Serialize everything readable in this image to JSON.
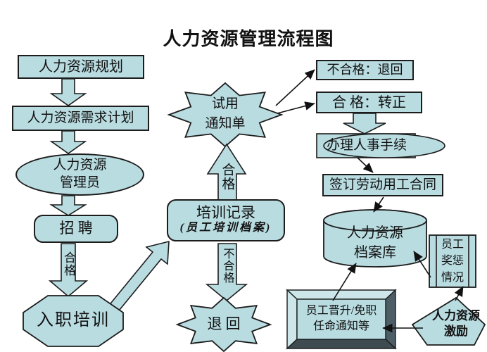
{
  "title": "人力资源管理流程图",
  "colors": {
    "fill": "#b9dce1",
    "border": "#1c1c1c",
    "bevel_light": "#cde6ea",
    "bevel_dark": "#4e5e66",
    "bevel_darker": "#3e4b51",
    "ink": "#111111"
  },
  "labels": {
    "hr_planning": "人力资源规划",
    "hr_demand_plan": "人力资源需求计划",
    "hr_manager": "人力资源\n管理员",
    "recruit": "招  聘",
    "qualified_left": "合格",
    "onboarding": "入职培训",
    "trial_notice": "试用\n通知单",
    "qualified_up": "合格",
    "training_record": "培训记录",
    "training_record_sub": "(员工培训档案)",
    "unqualified_down": "不合格",
    "return_star": "退  回",
    "unqualified_return": "不合格：退回",
    "qualified_promote": "合  格：转正",
    "personnel_procedure": "办理人事手续",
    "labor_contract": "签订劳动用工合同",
    "hr_archive": "人力资源\n档案库",
    "reward_punishment": "员工奖惩情况",
    "promotion_line1": "员工晋升/免职",
    "promotion_line2": "任命通知等",
    "hr_motivation": "人力资源\n激励"
  }
}
